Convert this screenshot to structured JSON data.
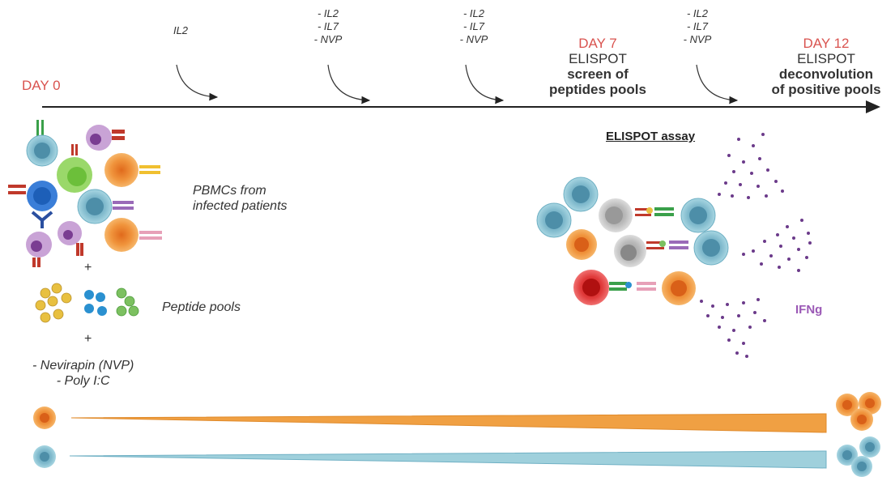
{
  "timeline": {
    "day0": "DAY 0",
    "steps": [
      {
        "lines": [
          "IL2"
        ]
      },
      {
        "lines": [
          "- IL2",
          "- IL7",
          "- NVP"
        ]
      },
      {
        "lines": [
          "- IL2",
          "- IL7",
          "- NVP"
        ]
      },
      {
        "lines": [
          "- IL2",
          "- IL7",
          "- NVP"
        ]
      }
    ],
    "day7": {
      "day": "DAY 7",
      "line1": "ELISPOT",
      "line2": "screen of",
      "line3": "peptides pools"
    },
    "day12": {
      "day": "DAY 12",
      "line1": "ELISPOT",
      "line2": "deconvolution",
      "line3": "of positive pools"
    }
  },
  "left": {
    "pbmc_label_1": "PBMCs from",
    "pbmc_label_2": "infected patients",
    "plus": "+",
    "peptide_label": "Peptide pools",
    "treatment_1": "- Nevirapin (NVP)",
    "treatment_2": "- Poly I:C"
  },
  "assay": {
    "title": "ELISPOT assay",
    "cytokine": "IFNg"
  },
  "colors": {
    "day_red": "#d9534f",
    "orange_cell": "#f0a043",
    "blue_cell": "#8cc8d8",
    "purple_dots": "#6b3a8a",
    "ifng_label": "#9b59b6"
  }
}
